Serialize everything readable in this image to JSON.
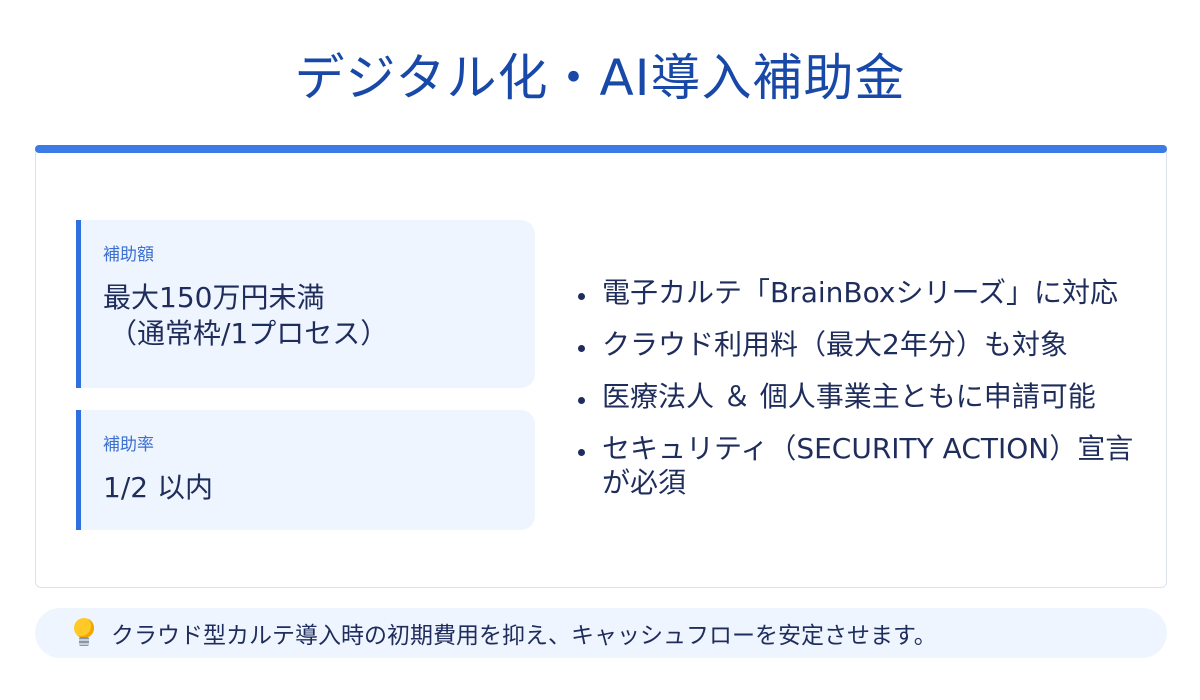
{
  "header": {
    "title": "デジタル化・AI導入補助金"
  },
  "amount_box": {
    "label": "補助額",
    "value": "最大150万円未満",
    "sub": "（通常枠/1プロセス）"
  },
  "rate_box": {
    "label": "補助率",
    "value": "1/2 以内"
  },
  "bullets": [
    "電子カルテ「BrainBoxシリーズ」に対応",
    "クラウド利用料（最大2年分）も対象",
    "医療法人 ＆ 個人事業主ともに申請可能",
    "セキュリティ（SECURITY ACTION）宣言が必須"
  ],
  "footer": {
    "icon": "lightbulb-icon",
    "text": "クラウド型カルテ導入時の初期費用を抑え、キャッシュフローを安定させます。"
  },
  "colors": {
    "title": "#1849a9",
    "accent": "#3b7be6",
    "box_bg": "#eff5ff"
  }
}
